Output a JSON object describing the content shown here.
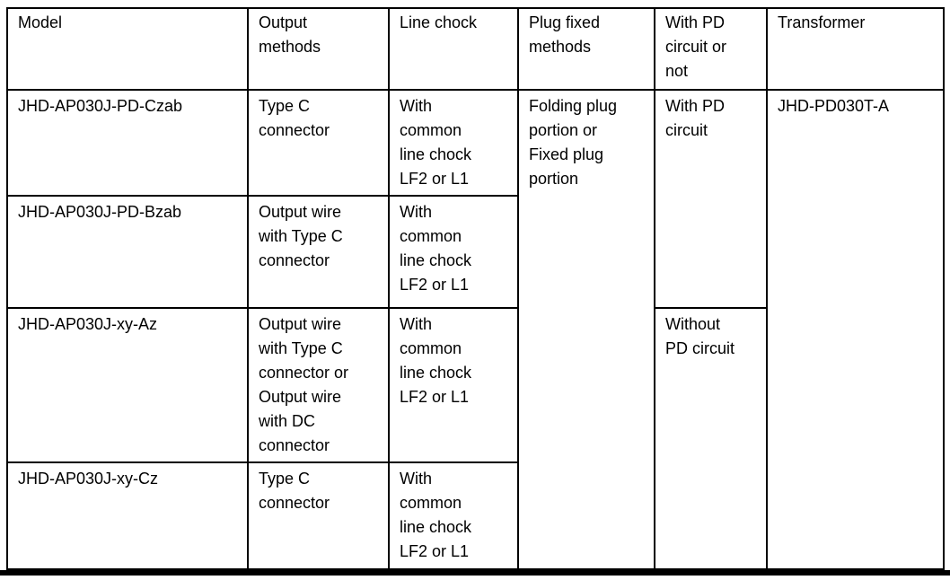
{
  "table": {
    "headers": [
      "Model",
      "Output\nmethods",
      "Line chock",
      "Plug fixed\nmethods",
      "With PD\ncircuit or\nnot",
      "Transformer"
    ],
    "rows": [
      {
        "model": "JHD-AP030J-PD-Czab",
        "output": "Type C\nconnector",
        "chock": "With\ncommon\nline chock\nLF2 or L1"
      },
      {
        "model": "JHD-AP030J-PD-Bzab",
        "output": "Output wire\nwith Type C\nconnector",
        "chock": "With\ncommon\nline chock\nLF2 or L1"
      },
      {
        "model": "JHD-AP030J-xy-Az",
        "output": "Output wire\nwith Type C\nconnector or\nOutput wire\nwith DC\nconnector",
        "chock": "With\ncommon\nline chock\nLF2 or L1"
      },
      {
        "model": "JHD-AP030J-xy-Cz",
        "output": "Type C\nconnector",
        "chock": "With\ncommon\nline chock\nLF2 or L1"
      }
    ],
    "merged": {
      "plug_fixed": "Folding plug\nportion or\nFixed plug\nportion",
      "with_pd": "With PD\ncircuit",
      "without_pd": "Without\nPD circuit",
      "transformer": "JHD-PD030T-A"
    }
  },
  "colors": {
    "text": "#000000",
    "border": "#000000",
    "background": "#ffffff"
  }
}
